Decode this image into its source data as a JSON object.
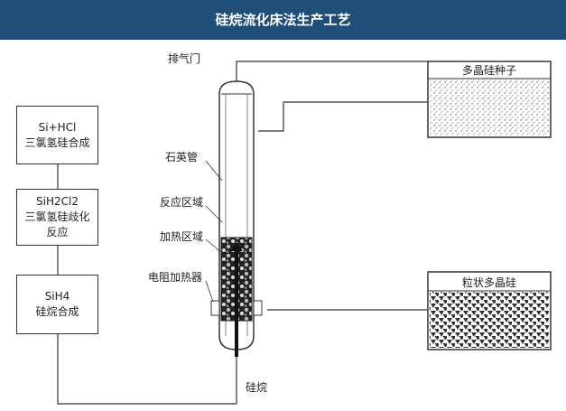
{
  "header": {
    "title": "硅烷流化床法生产工艺"
  },
  "process_boxes": [
    {
      "formula": "Si+HCl",
      "name": "三氯氢硅合成"
    },
    {
      "formula": "SiH2Cl2",
      "name": "三氯氢硅歧化",
      "name2": "反应"
    },
    {
      "formula": "SiH4",
      "name": "硅烷合成"
    }
  ],
  "reactor_labels": {
    "exhaust": "排气门",
    "quartz_tube": "石英管",
    "reaction_zone": "反应区域",
    "heating_zone": "加热区域",
    "heater": "电阻加热器",
    "silane": "硅烷"
  },
  "bins": {
    "seeds": "多晶硅种子",
    "granular": "粒状多晶硅"
  },
  "colors": {
    "header_bg": "#1f4e79",
    "line": "#333333"
  }
}
